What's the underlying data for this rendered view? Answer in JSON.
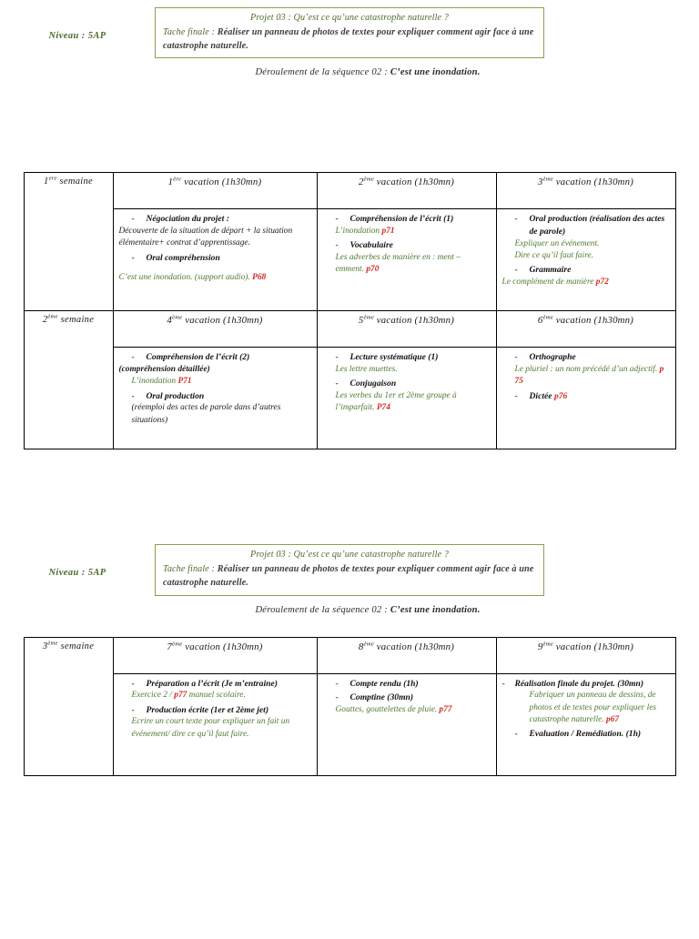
{
  "document": {
    "level_label": "Niveau :  5AP",
    "project_title": "Projet 03 : Qu’est ce qu’une catastrophe naturelle ?",
    "task_label": "Tache finale :",
    "task_text": "Réaliser un panneau de photos de textes pour expliquer comment agir face à une catastrophe naturelle.",
    "sequence_label": "Déroulement de la séquence 02 :",
    "sequence_title": "C’est une inondation.",
    "colors": {
      "green": "#4f7a2f",
      "header_green": "#4f6b2a",
      "border_green": "#8aa14f",
      "red": "#d42a20",
      "text": "#1a1a1a"
    }
  },
  "table1": {
    "rows": [
      {
        "week": "1ᵉʳᵉ semaine",
        "week_num": "1",
        "week_sup": "ere",
        "week_word": " semaine",
        "headers": [
          {
            "num": "1",
            "sup": "ère",
            "text": " vacation (1h30mn)"
          },
          {
            "num": "2",
            "sup": "ème",
            "text": " vacation (1h30mn)"
          },
          {
            "num": "3",
            "sup": "ème",
            "text": " vacation (1h30mn)"
          }
        ],
        "cells": [
          {
            "items": [
              {
                "dash": "Négociation du projet :",
                "indent": true,
                "lines": [
                  {
                    "text": "Découverte de la situation de départ + la situation élémentaire+ contrat d’apprentissage.",
                    "color": "dark",
                    "flush": true
                  }
                ]
              },
              {
                "dash": "Oral compréhension",
                "indent": true,
                "lines": []
              },
              {
                "dash": null,
                "lines": [
                  {
                    "text": "C’est une inondation. (support audio).",
                    "color": "green",
                    "flush": true,
                    "suffix": "P68",
                    "suffix_color": "red"
                  }
                ]
              }
            ]
          },
          {
            "items": [
              {
                "dash": "Compréhension de l’écrit (1)",
                "indent": true,
                "lines": [
                  {
                    "text": "L’inondation",
                    "color": "green",
                    "suffix": "p71",
                    "suffix_color": "red"
                  }
                ]
              },
              {
                "dash": "Vocabulaire",
                "indent": true,
                "lines": [
                  {
                    "text": "Les adverbes de manière en : ment – emment.",
                    "color": "green",
                    "suffix": "p70",
                    "suffix_color": "red"
                  }
                ]
              }
            ]
          },
          {
            "items": [
              {
                "dash": "Oral production (réalisation des actes de parole)",
                "indent": true,
                "lines": [
                  {
                    "text": "Expliquer un événement.",
                    "color": "green"
                  },
                  {
                    "text": "Dire ce qu’il faut faire.",
                    "color": "green"
                  }
                ]
              },
              {
                "dash": "Grammaire",
                "indent": true,
                "lines": [
                  {
                    "text": "Le  complément de manière",
                    "color": "green",
                    "flush": true,
                    "suffix": "p72",
                    "suffix_color": "red"
                  }
                ]
              }
            ]
          }
        ]
      },
      {
        "week": "2ᵉᵐᵉ semaine",
        "week_num": "2",
        "week_sup": "ème",
        "week_word": " semaine",
        "headers": [
          {
            "num": "4",
            "sup": "ème",
            "text": " vacation (1h30mn)"
          },
          {
            "num": "5",
            "sup": "ème",
            "text": " vacation (1h30mn)"
          },
          {
            "num": "6",
            "sup": "ème",
            "text": " vacation (1h30mn)"
          }
        ],
        "cells": [
          {
            "items": [
              {
                "dash": "Compréhension de l’écrit (2)",
                "indent": true,
                "lines": [
                  {
                    "text": "(compréhension détaillée)",
                    "color": "dark",
                    "flush": true,
                    "bold": true
                  },
                  {
                    "text": "L’inondation",
                    "color": "green",
                    "suffix": "P71",
                    "suffix_color": "red"
                  }
                ]
              },
              {
                "dash": "Oral production",
                "indent": true,
                "lines": [
                  {
                    "text": "(réemploi des actes de parole dans d’autres situations)",
                    "color": "dark"
                  }
                ]
              }
            ]
          },
          {
            "items": [
              {
                "dash": "Lecture systématique (1)",
                "indent": true,
                "lines": [
                  {
                    "text": "Les lettre muettes.",
                    "color": "green"
                  }
                ]
              },
              {
                "dash": "Conjugaison",
                "indent": true,
                "lines": [
                  {
                    "text": "Les verbes  du 1er et 2ème groupe à l’imparfait.",
                    "color": "green",
                    "suffix": "P74",
                    "suffix_color": "red"
                  }
                ]
              }
            ]
          },
          {
            "items": [
              {
                "dash": "Orthographe",
                "indent": true,
                "lines": [
                  {
                    "text": "Le pluriel : un nom précédé d’un adjectif.",
                    "color": "green",
                    "suffix": "p 75",
                    "suffix_color": "red"
                  }
                ]
              },
              {
                "dash": "Dictée",
                "indent": true,
                "dash_suffix": "p76",
                "dash_suffix_color": "red",
                "lines": []
              }
            ]
          }
        ]
      }
    ]
  },
  "table2": {
    "rows": [
      {
        "week": "3ᵉᵐᵉ semaine",
        "week_num": "3",
        "week_sup": "ème",
        "week_word": " semaine",
        "headers": [
          {
            "num": "7",
            "sup": "ème",
            "text": " vacation (1h30mn)"
          },
          {
            "num": "8",
            "sup": "ème",
            "text": " vacation (1h30mn)"
          },
          {
            "num": "9",
            "sup": "ème",
            "text": " vacation (1h30mn)"
          }
        ],
        "cells": [
          {
            "items": [
              {
                "dash": "Préparation a l’écrit (Je m’entraine)",
                "indent": true,
                "lines": [
                  {
                    "text": "Exercice 2 /",
                    "color": "green",
                    "inline_red": "p77",
                    "after_red": " manuel scolaire."
                  }
                ]
              },
              {
                "dash": "Production écrite (1er et 2ème jet)",
                "indent": true,
                "lines": [
                  {
                    "text": "Ecrire un court texte pour expliquer un fait un événement/ dire ce qu’il faut faire.",
                    "color": "green"
                  }
                ]
              }
            ]
          },
          {
            "items": [
              {
                "dash": "Compte rendu (1h)",
                "indent": true,
                "lines": []
              },
              {
                "dash": "Comptine (30mn)",
                "indent": true,
                "lines": [
                  {
                    "text": "Gouttes, gouttelettes de pluie.",
                    "color": "green",
                    "suffix": "p77",
                    "suffix_color": "red"
                  }
                ]
              }
            ]
          },
          {
            "items": [
              {
                "dash": "Réalisation finale du projet. (30mn)",
                "indent": false,
                "lines": [
                  {
                    "text": "Fabriquer un panneau de dessins, de photos et de textes pour expliquer les catastrophe naturelle.",
                    "color": "green",
                    "deep": true,
                    "suffix": "p67",
                    "suffix_color": "red"
                  }
                ]
              },
              {
                "dash": "Evaluation / Remédiation. (1h)",
                "indent": true,
                "lines": []
              }
            ]
          }
        ]
      }
    ]
  }
}
